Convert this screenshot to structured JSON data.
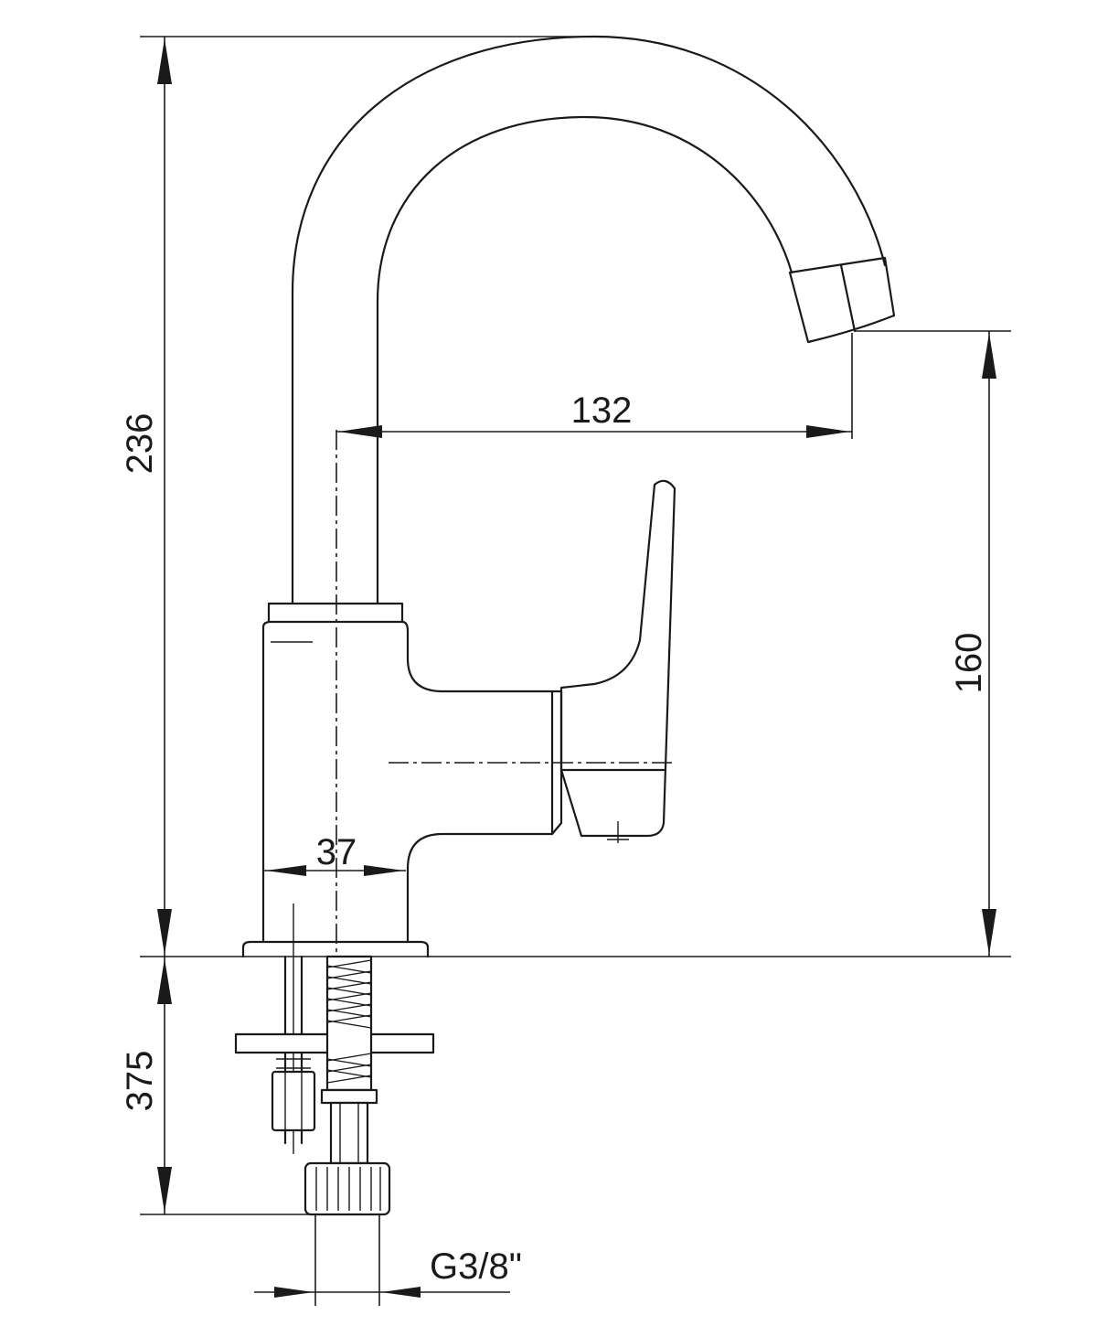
{
  "drawing": {
    "stroke_color": "#1a1a1a",
    "background_color": "#ffffff"
  },
  "dimensions": {
    "total_height": "236",
    "spout_reach": "132",
    "spout_height": "160",
    "base_offset": "37",
    "hose_length": "375",
    "connection_thread": "G3/8\""
  }
}
